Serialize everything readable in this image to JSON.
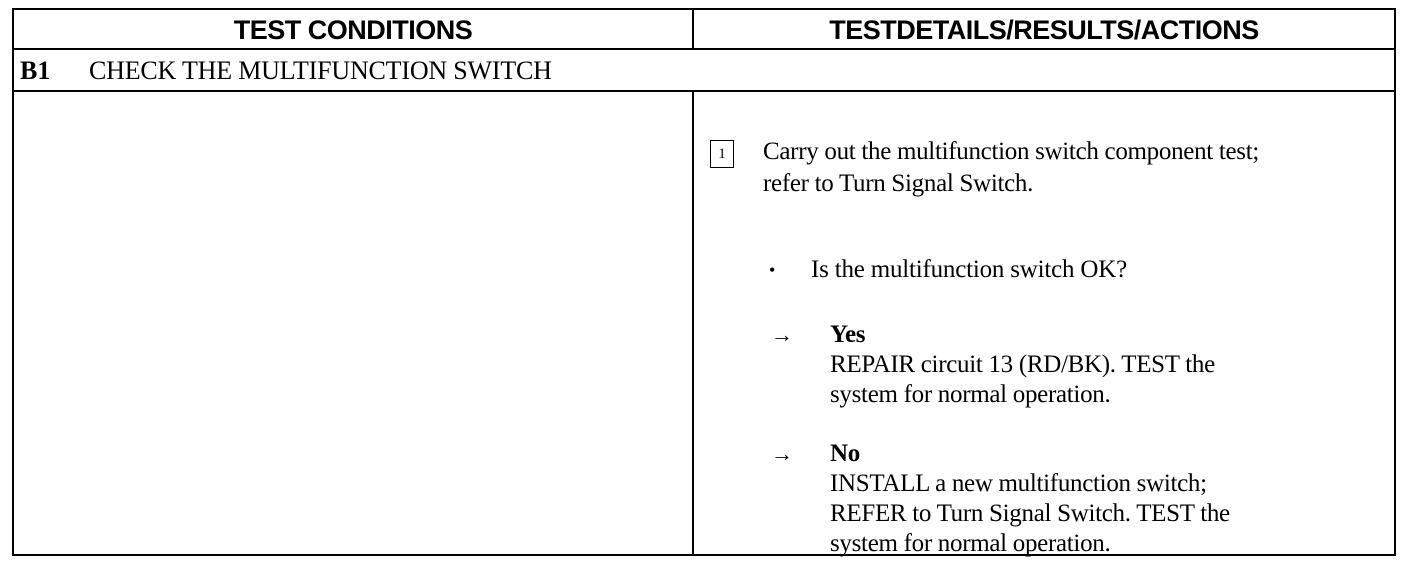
{
  "header": {
    "left": "TEST CONDITIONS",
    "right": "TESTDETAILS/RESULTS/ACTIONS"
  },
  "step": {
    "id": "B1",
    "title": "CHECK THE MULTIFUNCTION SWITCH"
  },
  "details": {
    "step_number": "1",
    "instruction_line1": "Carry out the multifunction switch component test;",
    "instruction_line2": "refer to Turn Signal Switch.",
    "bullet": "•",
    "question": "Is the multifunction switch OK?",
    "answers": [
      {
        "arrow": "→",
        "label": "Yes",
        "line1": "REPAIR circuit 13 (RD/BK). TEST the",
        "line2": "system for normal operation."
      },
      {
        "arrow": "→",
        "label": "No",
        "line1": "INSTALL a new multifunction switch;",
        "line2": "REFER to Turn Signal Switch. TEST the",
        "line3": "system  for normal operation."
      }
    ]
  }
}
